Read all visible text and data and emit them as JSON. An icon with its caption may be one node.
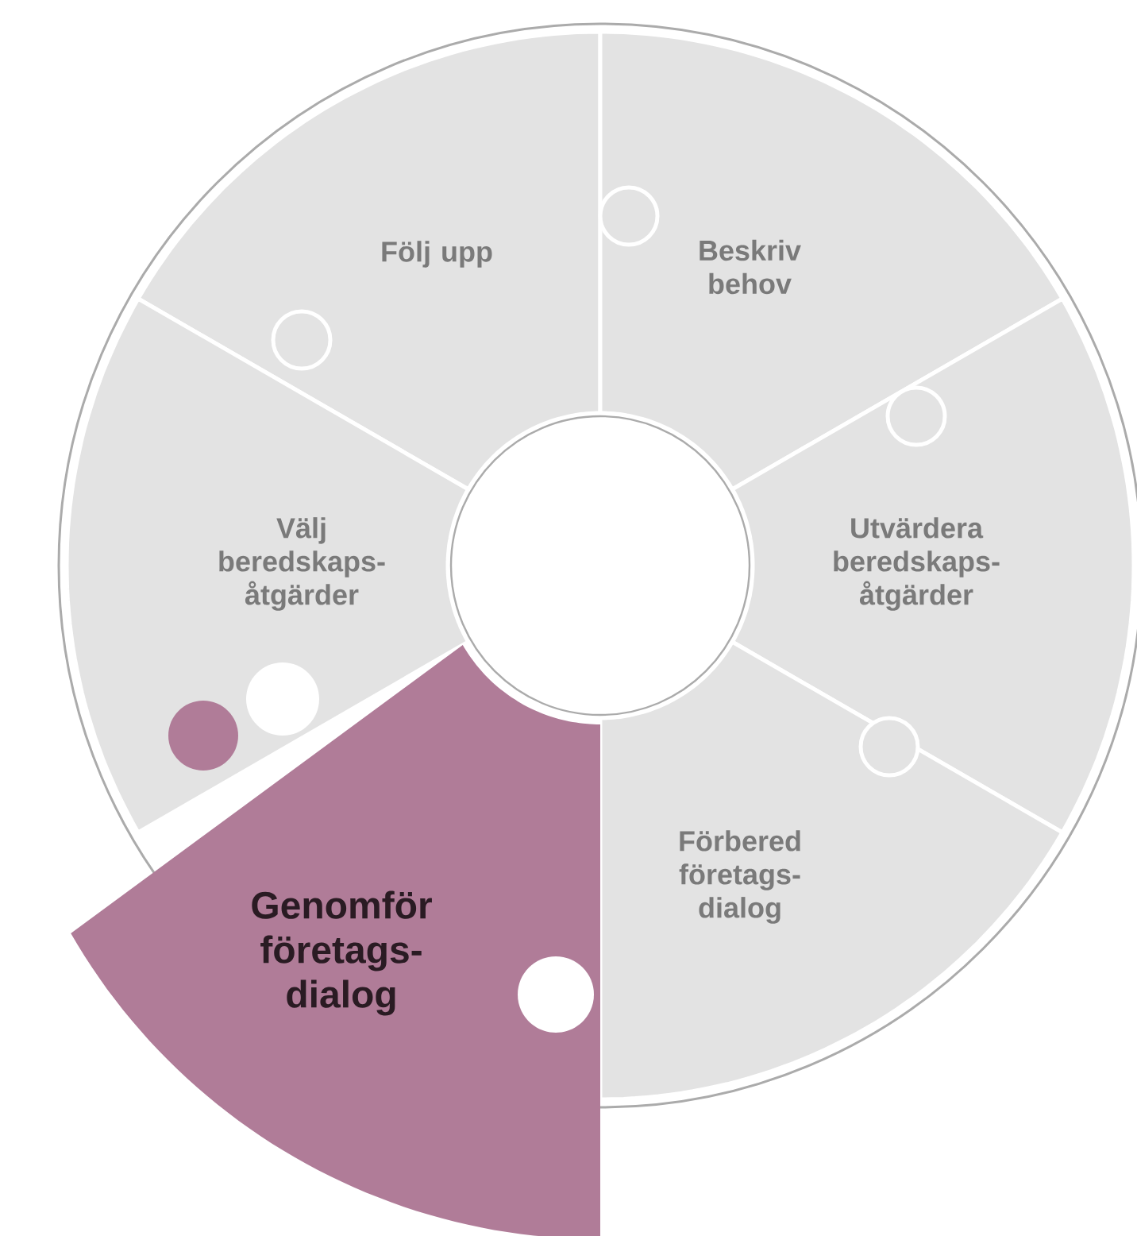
{
  "diagram": {
    "nodes": [
      {
        "text": [
          "Följ upp"
        ]
      },
      {
        "text": [
          "Beskriv behov"
        ]
      },
      {
        "text": [
          "Välj beredskaps- åtgärder"
        ]
      },
      {
        "text": [
          "Utvärdera beredskaps- åtgärder"
        ]
      },
      {
        "text": [
          "Förbered företags- dialog"
        ]
      },
      {
        "text": [
          "Genomför företags- dialog"
        ]
      },
      {
        "text": [],
        "shape": "circle"
      }
    ]
  }
}
